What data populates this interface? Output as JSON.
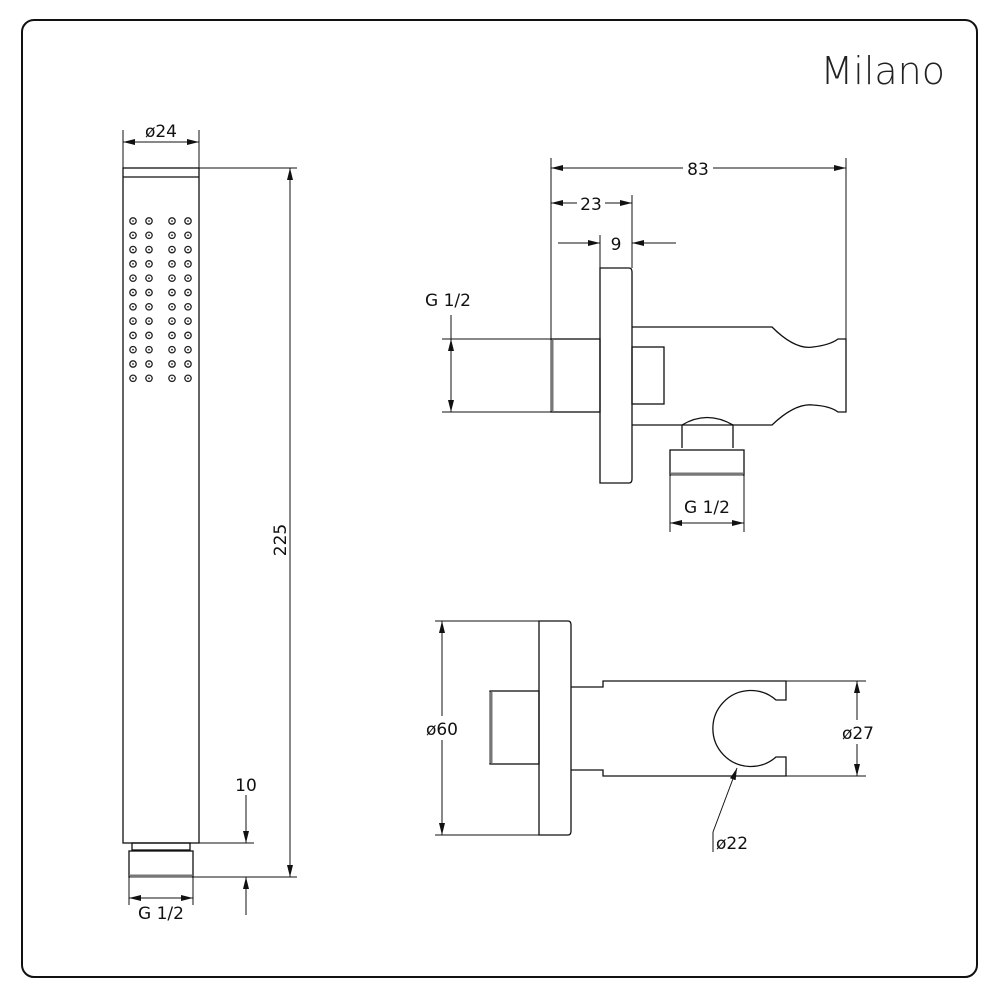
{
  "brand": "Milano",
  "handset": {
    "width_label": "ø24",
    "length_label": "225",
    "connector_label": "10",
    "thread_label": "G 1/2"
  },
  "holder_side": {
    "total_label": "83",
    "depth_label": "23",
    "plate_label": "9",
    "inlet_label": "G 1/2",
    "outlet_label": "G 1/2"
  },
  "holder_top": {
    "plate_label": "ø60",
    "arm_label": "ø27",
    "cradle_label": "ø22"
  }
}
